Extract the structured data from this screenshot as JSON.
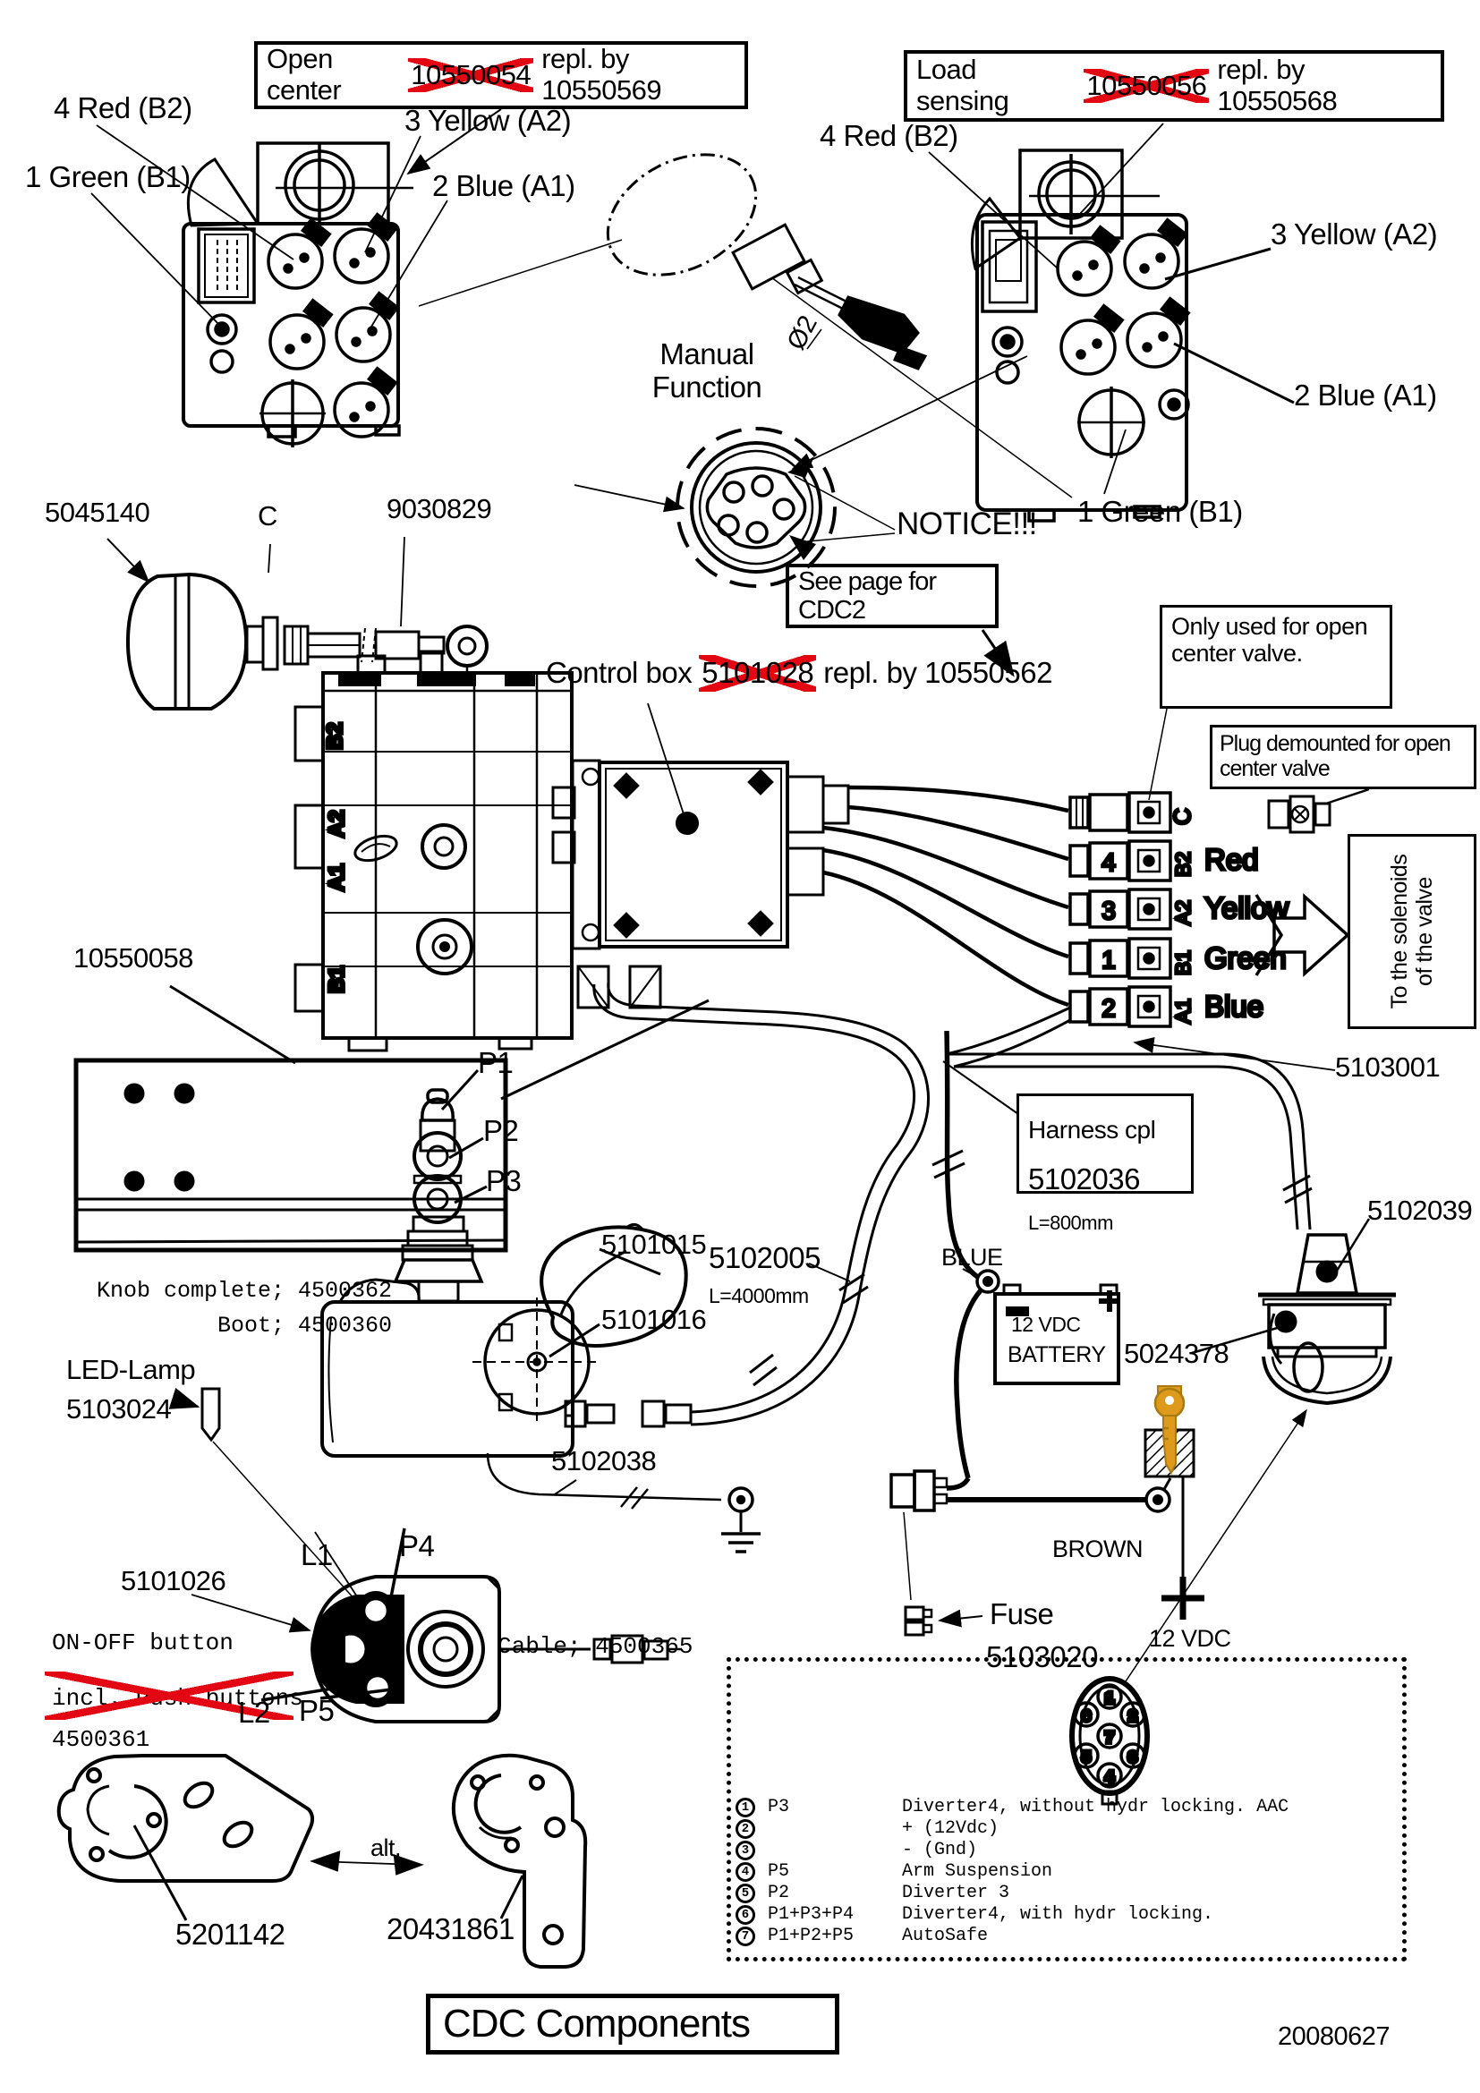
{
  "header": {
    "open_center": {
      "prefix": "Open center",
      "old_part": "10550054",
      "replacement": "repl. by 10550569"
    },
    "load_sensing": {
      "prefix": "Load sensing",
      "old_part": "10550056",
      "replacement": "repl. by 10550568"
    }
  },
  "valve_left": {
    "port_red": "4 Red (B2)",
    "port_green": "1 Green (B1)",
    "port_yellow": "3 Yellow (A2)",
    "port_blue": "2 Blue (A1)"
  },
  "valve_right": {
    "port_red": "4 Red (B2)",
    "port_yellow": "3 Yellow (A2)",
    "port_blue": "2 Blue (A1)",
    "port_green": "1 Green (B1)"
  },
  "manual_function": "Manual\nFunction",
  "allen_key_dia": "Ø2",
  "notice": "NOTICE!!!",
  "see_page_cdc2": "See page for CDC2",
  "control_box": {
    "prefix": "Control box",
    "old_part": "5101028",
    "replacement": "repl. by 10550562"
  },
  "notes": {
    "open_center_only": "Only used for open\ncenter valve.",
    "plug_demounted": "Plug demounted for open\ncenter valve"
  },
  "parts": {
    "accumulator": "5045140",
    "accumulator_port": "C",
    "hose": "9030829",
    "bracket_plate": "10550058",
    "harness_solenoids": "5103001",
    "cable_joystick": "5102005",
    "cable_joystick_length": "L=4000mm",
    "handle": "5101015",
    "joystick_base": "5101016",
    "connector_bell": "5102039",
    "bell_clamp": "5024378",
    "ground_cable": "5102038",
    "keypad": "5101026",
    "bracket_alt_1": "5201142",
    "bracket_alt_2": "20431861"
  },
  "valve_block": {
    "ports": [
      "B2",
      "A2",
      "A1",
      "B1"
    ]
  },
  "harness_box": {
    "title": "Harness cpl",
    "part": "5102036",
    "length": "L=800mm"
  },
  "joystick": {
    "p1": "P1",
    "p2": "P2",
    "p3": "P3",
    "knob_note": "Knob complete; 4500362\nBoot; 4500360"
  },
  "keypad": {
    "l1": "L1",
    "p4": "P4",
    "l2": "L2",
    "p5": "P5",
    "onoff": "ON-OFF button",
    "incl": "incl. Push buttons",
    "part": "4500361",
    "cable_note": "Cable; 4500365"
  },
  "led_lamp": {
    "name": "LED-Lamp",
    "part": "5103024"
  },
  "battery": {
    "wire_color": "BLUE",
    "voltage": "12 VDC",
    "label": "BATTERY"
  },
  "power": {
    "wire_color": "BROWN",
    "voltage": "12 VDC",
    "fuse_name": "Fuse",
    "fuse_part": "5103020"
  },
  "wiring": {
    "c_label": "C",
    "rows": [
      {
        "num": "4",
        "port": "B2",
        "color": "Red"
      },
      {
        "num": "3",
        "port": "A2",
        "color": "Yellow"
      },
      {
        "num": "1",
        "port": "B1",
        "color": "Green"
      },
      {
        "num": "2",
        "port": "A1",
        "color": "Blue"
      }
    ],
    "solenoid_note": "To the solenoids\nof the valve"
  },
  "legend": {
    "pins": [
      "1",
      "2",
      "3",
      "4",
      "5",
      "6",
      "7"
    ],
    "rows": [
      {
        "pin": "1",
        "func": "P3",
        "desc": "Diverter4, without hydr locking. AAC"
      },
      {
        "pin": "2",
        "func": "",
        "desc": "+ (12Vdc)"
      },
      {
        "pin": "3",
        "func": "",
        "desc": "- (Gnd)"
      },
      {
        "pin": "4",
        "func": "P5",
        "desc": "Arm Suspension"
      },
      {
        "pin": "5",
        "func": "P2",
        "desc": "Diverter 3"
      },
      {
        "pin": "6",
        "func": "P1+P3+P4",
        "desc": "Diverter4, with hydr locking."
      },
      {
        "pin": "7",
        "func": "P1+P2+P5",
        "desc": "AutoSafe"
      }
    ]
  },
  "alt_label": "alt.",
  "footer": {
    "title": "CDC Components",
    "date": "20080627"
  },
  "colors": {
    "line": "#000000",
    "cross_red": "#e30613",
    "key_orange": "#dd9a1c"
  }
}
